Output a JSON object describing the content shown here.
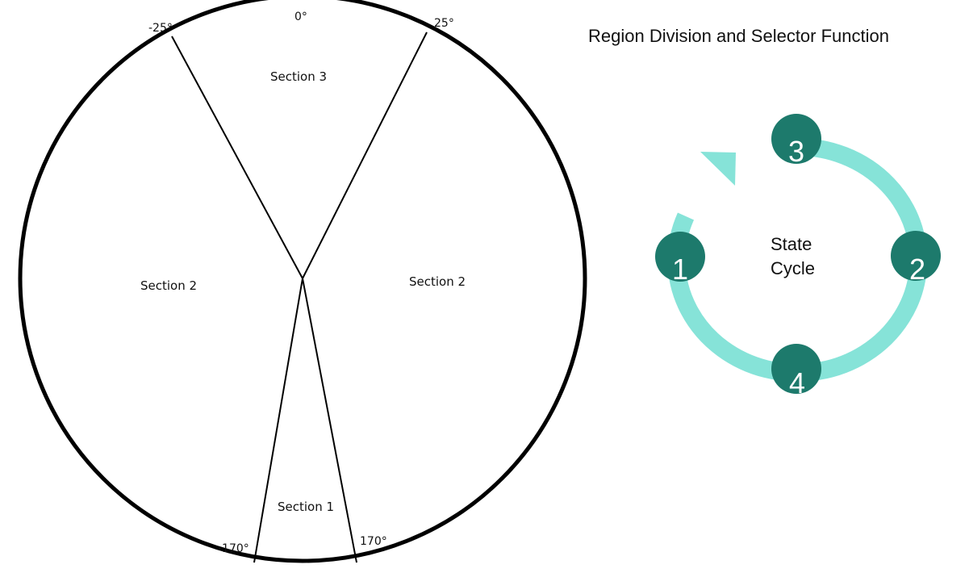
{
  "title": "Region Division and Selector Function",
  "colors": {
    "ring": "#86e3d8",
    "node": "#1d7a6c",
    "node_text": "#ffffff",
    "outline": "#000000"
  },
  "angles": {
    "zero": "0°",
    "pos25": "25°",
    "neg25": "-25°",
    "pos170": "170°",
    "neg170": "-170°"
  },
  "sections": {
    "top": "Section 3",
    "left": "Section 2",
    "right": "Section 2",
    "bottom": "Section 1"
  },
  "cycle": {
    "center_line1": "State",
    "center_line2": "Cycle",
    "arrow_icon": "curved-arrow-icon",
    "nodes": {
      "top": "3",
      "right": "2",
      "bottom": "4",
      "left": "1"
    }
  }
}
